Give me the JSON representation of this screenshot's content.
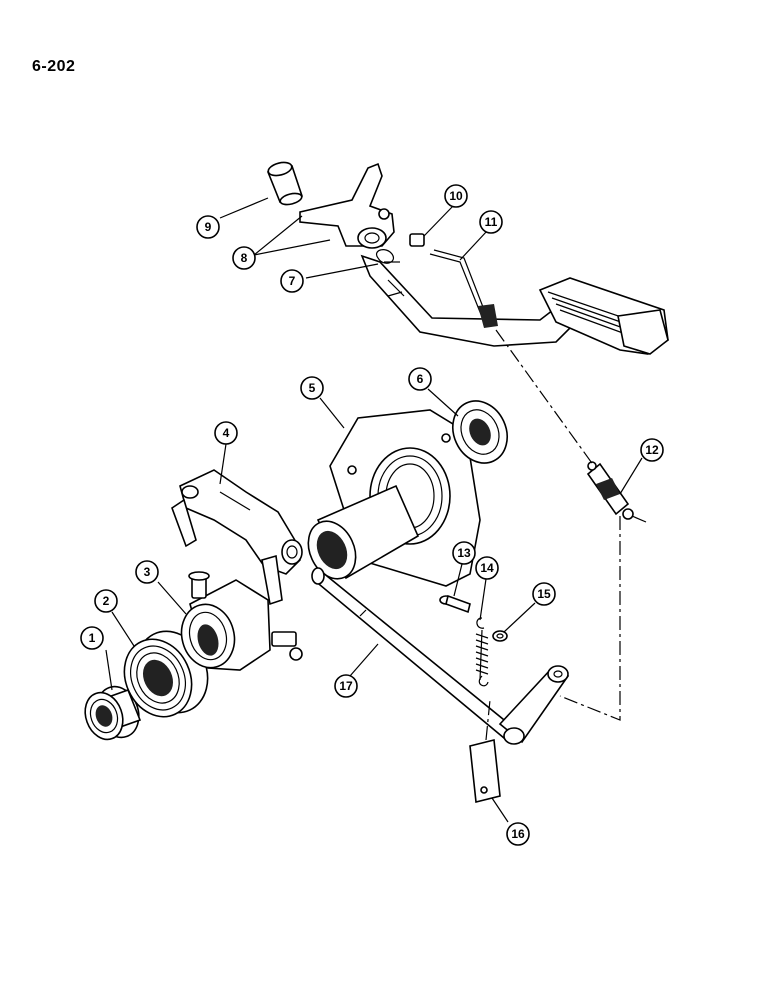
{
  "page": {
    "label": "6-202"
  },
  "callouts": [
    "1",
    "2",
    "3",
    "4",
    "5",
    "6",
    "7",
    "8",
    "9",
    "10",
    "11",
    "12",
    "13",
    "14",
    "15",
    "16",
    "17"
  ]
}
